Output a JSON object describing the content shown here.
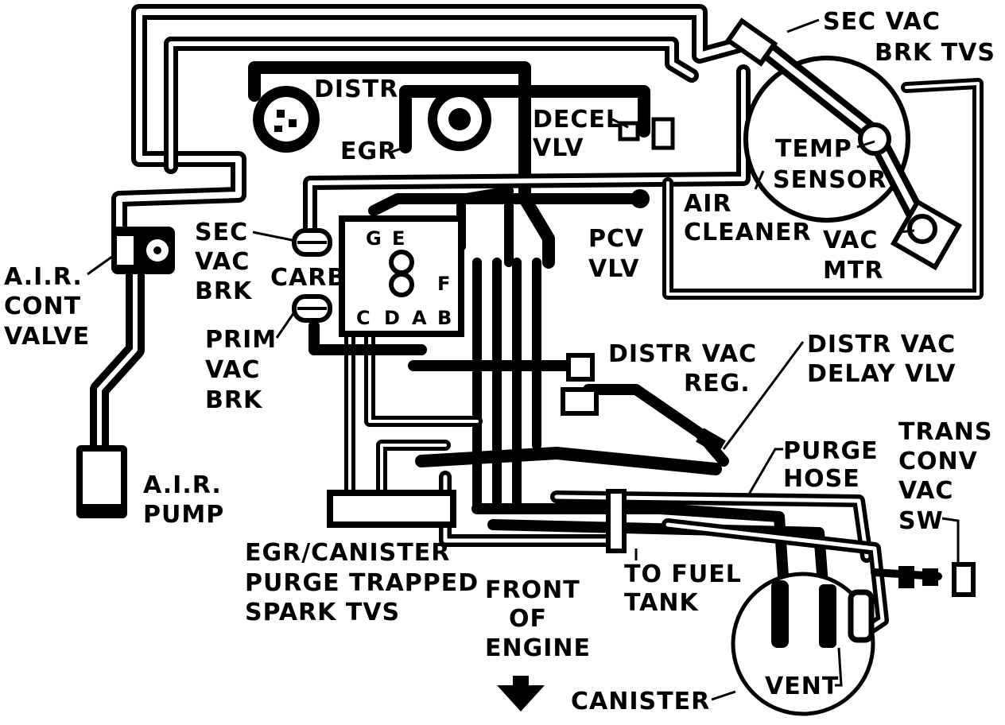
{
  "diagram": {
    "labels": {
      "sec_vac_brk_tvs": [
        "SEC VAC",
        "BRK TVS"
      ],
      "distr": "DISTR",
      "decel_vlv": [
        "DECEL",
        "VLV"
      ],
      "egr": "EGR",
      "temp_sensor": [
        "TEMP",
        "SENSOR"
      ],
      "air_cleaner": [
        "AIR",
        "CLEANER"
      ],
      "vac_mtr": [
        "VAC",
        "MTR"
      ],
      "sec_vac_brk": [
        "SEC",
        "VAC",
        "BRK"
      ],
      "carb": "CARB",
      "pcv_vlv": [
        "PCV",
        "VLV"
      ],
      "air_cont_valve": [
        "A.I.R.",
        "CONT",
        "VALVE"
      ],
      "prim_vac_brk": [
        "PRIM",
        "VAC",
        "BRK"
      ],
      "distr_vac_reg": [
        "DISTR VAC",
        "REG."
      ],
      "distr_vac_delay_vlv": [
        "DISTR VAC",
        "DELAY VLV"
      ],
      "trans_conv_vac_sw": [
        "TRANS",
        "CONV",
        "VAC",
        "SW"
      ],
      "purge_hose": [
        "PURGE",
        "HOSE"
      ],
      "air_pump": [
        "A.I.R.",
        "PUMP"
      ],
      "egr_canister_tvs": [
        "EGR/CANISTER",
        "PURGE TRAPPED",
        "SPARK TVS"
      ],
      "front_of_engine": [
        "FRONT",
        "OF",
        "ENGINE"
      ],
      "to_fuel_tank": [
        "TO FUEL",
        "TANK"
      ],
      "canister": "CANISTER",
      "vent": "VENT",
      "carb_ports": [
        "G",
        "E",
        "F",
        "C",
        "D",
        "A",
        "B"
      ]
    }
  }
}
